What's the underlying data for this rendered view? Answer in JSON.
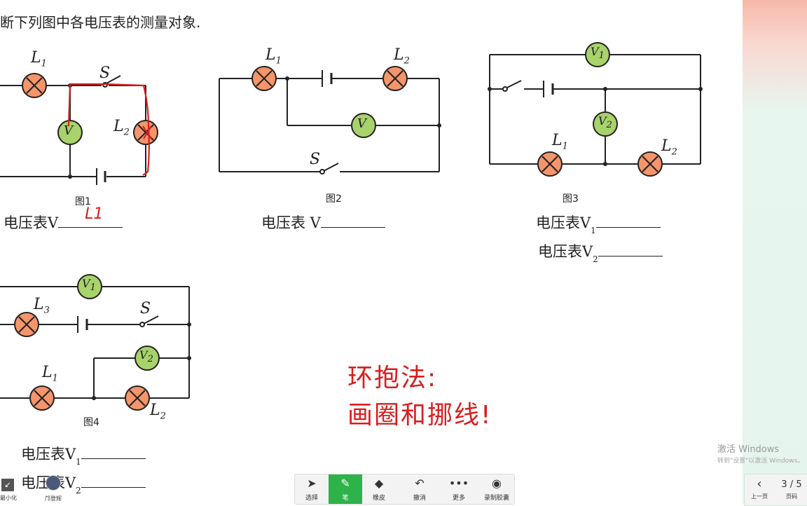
{
  "question": {
    "title": "断下列图中各电压表的测量对象."
  },
  "figures": {
    "fig1": "图1",
    "fig2": "图2",
    "fig3": "图3",
    "fig4": "图4"
  },
  "components": {
    "L1": "L",
    "L1_sub": "1",
    "L2": "L",
    "L2_sub": "2",
    "L3": "L",
    "L3_sub": "3",
    "S": "S",
    "V": "V",
    "V1": "V",
    "V1_sub": "1",
    "V2": "V",
    "V2_sub": "2"
  },
  "answers": {
    "fig1_label": "电压表V",
    "fig1_answer": "L1",
    "fig2_label": "电压表 V",
    "fig3_v1_label": "电压表V",
    "fig3_v1_sub": "1",
    "fig3_v2_label": "电压表V",
    "fig3_v2_sub": "2",
    "fig4_v1_label": "电压表V",
    "fig4_v1_sub": "1",
    "fig4_v2_label": "电压表V",
    "fig4_v2_sub": "2"
  },
  "annotation": {
    "line1": "环抱法:",
    "line2": "画圈和挪线!"
  },
  "toolbar": {
    "minimize": "最小化",
    "user_name": "邝登辉",
    "tools": [
      {
        "label": "选择",
        "icon": "cursor-icon"
      },
      {
        "label": "笔",
        "icon": "pen-icon"
      },
      {
        "label": "橡皮",
        "icon": "eraser-icon"
      },
      {
        "label": "撤消",
        "icon": "undo-icon"
      },
      {
        "label": "更多",
        "icon": "more-icon"
      },
      {
        "label": "录制胶囊",
        "icon": "record-icon"
      }
    ]
  },
  "pager": {
    "page": "3 / 5",
    "prev": "上一页",
    "pages": "页码"
  },
  "watermark": {
    "line1": "激活 Windows",
    "line2": "转到\"设置\"以激活 Windows。"
  },
  "colors": {
    "lamp": "#f4956b",
    "meter": "#a8d26a",
    "ink": "#d81e1e",
    "active_tool": "#2db34a"
  }
}
